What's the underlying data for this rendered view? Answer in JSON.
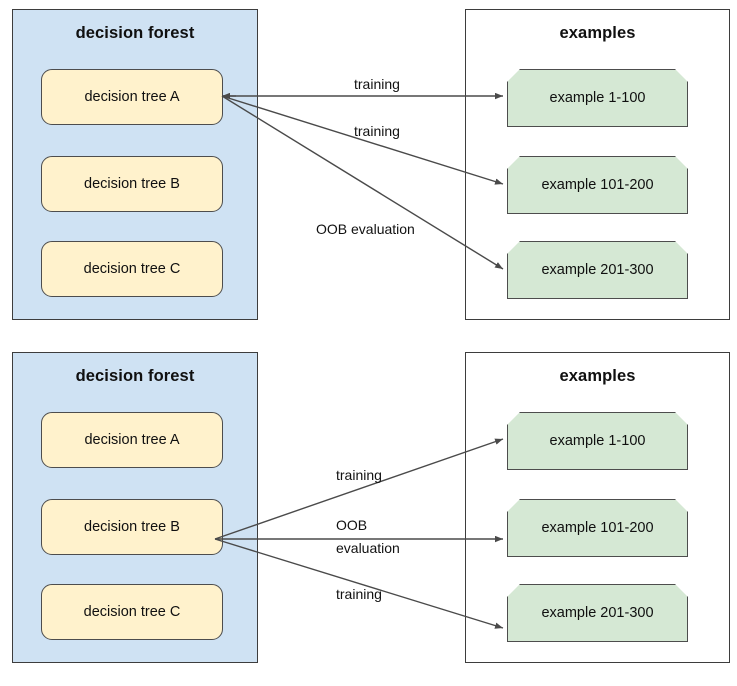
{
  "diagram_type": "flow-diagram",
  "colors": {
    "forest_panel_fill": "#CFE2F3",
    "tree_box_fill": "#FFF2CC",
    "example_box_fill": "#D5E8D4",
    "panel_border": "#3d3d3d",
    "box_border": "#4d4d4d",
    "arrow": "#4a4a4a",
    "text": "#101010",
    "background": "#FFFFFF"
  },
  "diagrams": [
    {
      "id": "top",
      "forest": {
        "title": "decision forest",
        "trees": [
          {
            "label": "decision tree A",
            "highlighted": true
          },
          {
            "label": "decision tree B",
            "highlighted": false
          },
          {
            "label": "decision tree C",
            "highlighted": false
          }
        ]
      },
      "examples": {
        "title": "examples",
        "items": [
          {
            "label": "example 1-100"
          },
          {
            "label": "example 101-200"
          },
          {
            "label": "example 201-300"
          }
        ]
      },
      "edges": [
        {
          "from": "decision tree A",
          "to": "example 1-100",
          "label": "training"
        },
        {
          "from": "decision tree A",
          "to": "example 101-200",
          "label": "training"
        },
        {
          "from": "decision tree A",
          "to": "example 201-300",
          "label": "OOB evaluation"
        }
      ]
    },
    {
      "id": "bottom",
      "forest": {
        "title": "decision forest",
        "trees": [
          {
            "label": "decision tree A",
            "highlighted": false
          },
          {
            "label": "decision tree B",
            "highlighted": true
          },
          {
            "label": "decision tree C",
            "highlighted": false
          }
        ]
      },
      "examples": {
        "title": "examples",
        "items": [
          {
            "label": "example 1-100"
          },
          {
            "label": "example 101-200"
          },
          {
            "label": "example 201-300"
          }
        ]
      },
      "edges": [
        {
          "from": "decision tree B",
          "to": "example 1-100",
          "label": "training"
        },
        {
          "from": "decision tree B",
          "to": "example 101-200",
          "label": "OOB evaluation",
          "label_line1": "OOB",
          "label_line2": "evaluation"
        },
        {
          "from": "decision tree B",
          "to": "example 201-300",
          "label": "training"
        }
      ]
    }
  ]
}
